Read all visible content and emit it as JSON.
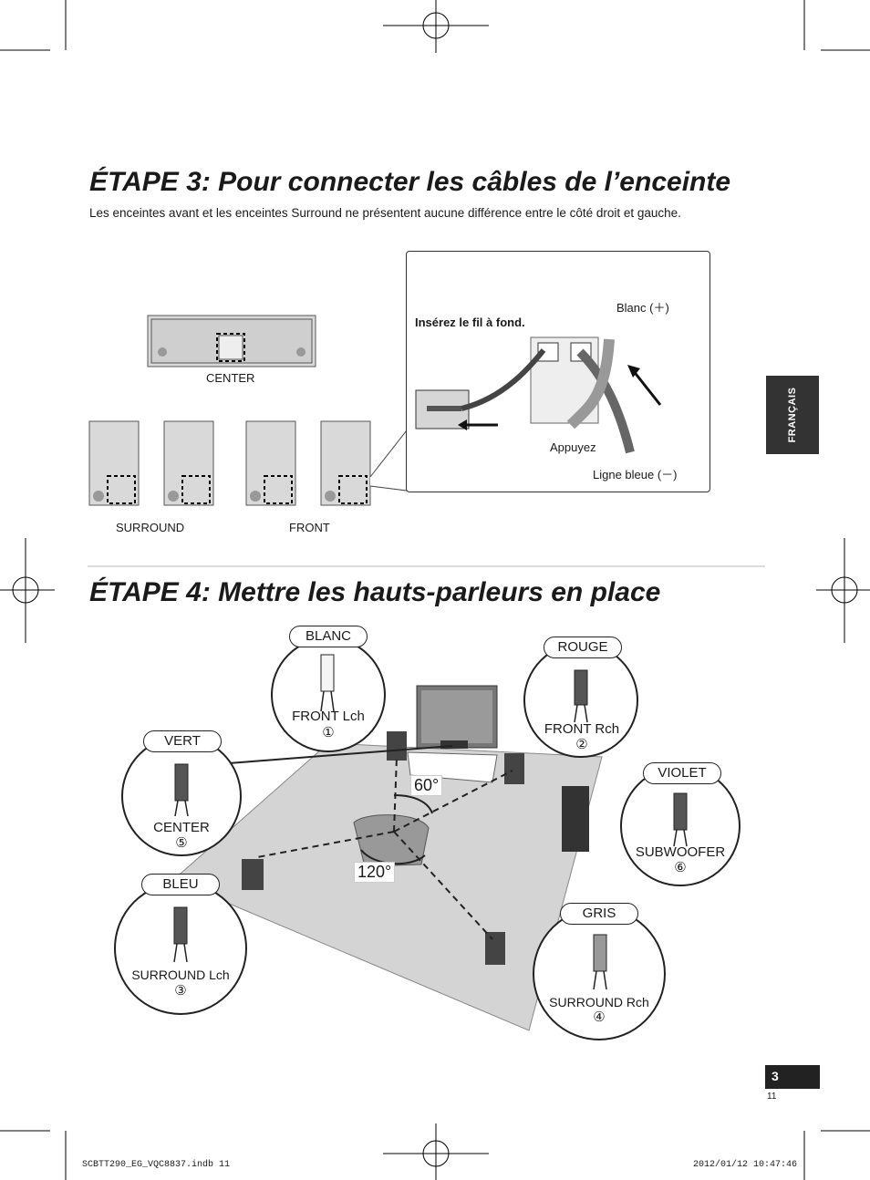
{
  "step3": {
    "title": "ÉTAPE 3: Pour connecter les câbles de l’enceinte",
    "intro": "Les enceintes avant et les enceintes Surround ne présentent aucune différence entre le côté droit et gauche.",
    "labels": {
      "center": "CENTER",
      "surround": "SURROUND",
      "front": "FRONT"
    },
    "detail": {
      "insert": "Insérez le fil à fond.",
      "white": "Blanc (＋)",
      "press": "Appuyez",
      "blue": "Ligne bleue (－)"
    }
  },
  "side_tab": "FRANÇAIS",
  "step4": {
    "title": "ÉTAPE 4: Mettre les hauts-parleurs en place",
    "angle_60": "60°",
    "angle_120": "120°",
    "connectors": [
      {
        "color": "BLANC",
        "name": "FRONT Lch",
        "num": "①"
      },
      {
        "color": "ROUGE",
        "name": "FRONT Rch",
        "num": "②"
      },
      {
        "color": "VERT",
        "name": "CENTER",
        "num": "⑤"
      },
      {
        "color": "VIOLET",
        "name": "SUBWOOFER",
        "num": "⑥"
      },
      {
        "color": "BLEU",
        "name": "SURROUND Lch",
        "num": "③"
      },
      {
        "color": "GRIS",
        "name": "SURROUND Rch",
        "num": "④"
      }
    ]
  },
  "page": {
    "number": "3",
    "sub": "11"
  },
  "footer": {
    "file": "SCBTT290_EG_VQC8837.indb   11",
    "date": "2012/01/12   10:47:46"
  }
}
